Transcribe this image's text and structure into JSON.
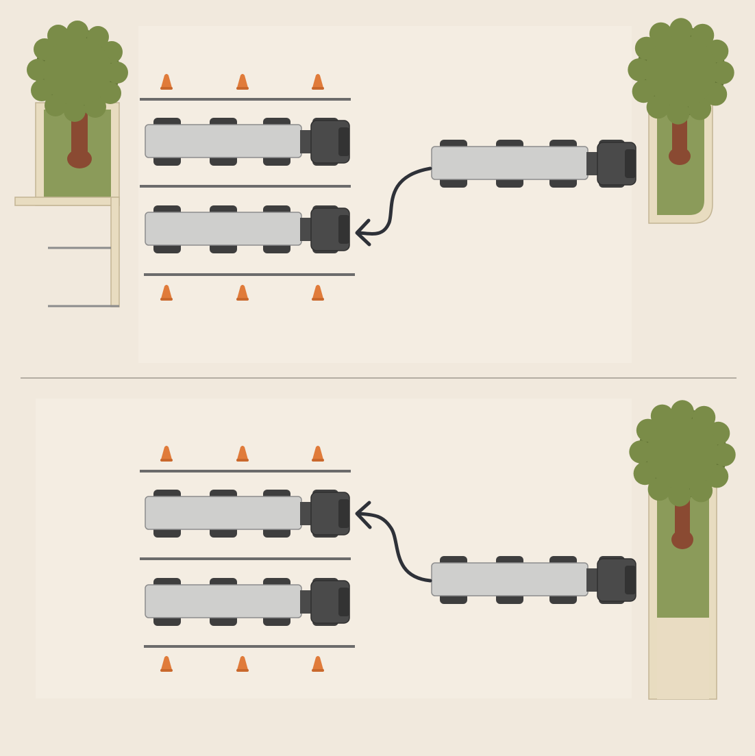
{
  "colors": {
    "background": "#f1e9dd",
    "lot_surface": "#f4ede2",
    "divider": "#b3aca2",
    "parking_line": "#6b6b6b",
    "trailer_fill": "#cfcfcd",
    "trailer_stroke": "#8c8c8c",
    "cab_fill": "#4a4a4a",
    "wheel_fill": "#3e3e3e",
    "cone_fill": "#e07b3a",
    "tree_canopy": "#7a8c48",
    "tree_canopy_edge": "#5f7034",
    "tree_trunk": "#8a4a32",
    "planter_grass": "#8b9b5a",
    "planter_border": "#e8dcc0",
    "planter_outline": "#c2b493",
    "sand": "#e9dcc2",
    "arrow": "#2e3138"
  },
  "icons": [
    "truck-icon",
    "traffic-cone-icon",
    "tree-icon",
    "curved-arrow-icon"
  ],
  "panels": [
    {
      "name": "top-panel",
      "parking_rows": 2,
      "parked_trucks": 2,
      "incoming_truck": "right-of-lot",
      "arrow_target": "lower-bay",
      "cones_per_row": 3
    },
    {
      "name": "bottom-panel",
      "parking_rows": 2,
      "parked_trucks": 2,
      "incoming_truck": "right-of-lot",
      "arrow_target": "upper-bay",
      "cones_per_row": 3
    }
  ]
}
